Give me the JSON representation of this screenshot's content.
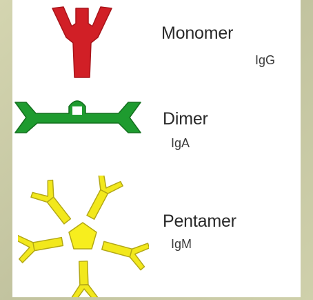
{
  "diagram": {
    "items": [
      {
        "name": "Monomer",
        "abbrev": "IgG",
        "icon": "monomer-antibody-icon",
        "color": "#d11f26"
      },
      {
        "name": "Dimer",
        "abbrev": "IgA",
        "icon": "dimer-antibody-icon",
        "color": "#1e9b2f"
      },
      {
        "name": "Pentamer",
        "abbrev": "IgM",
        "icon": "pentamer-antibody-icon",
        "color": "#f2e81c"
      }
    ],
    "colors": {
      "background": "#c9caa6",
      "panel": "#ffffff",
      "text": "#2a2a2a"
    }
  }
}
